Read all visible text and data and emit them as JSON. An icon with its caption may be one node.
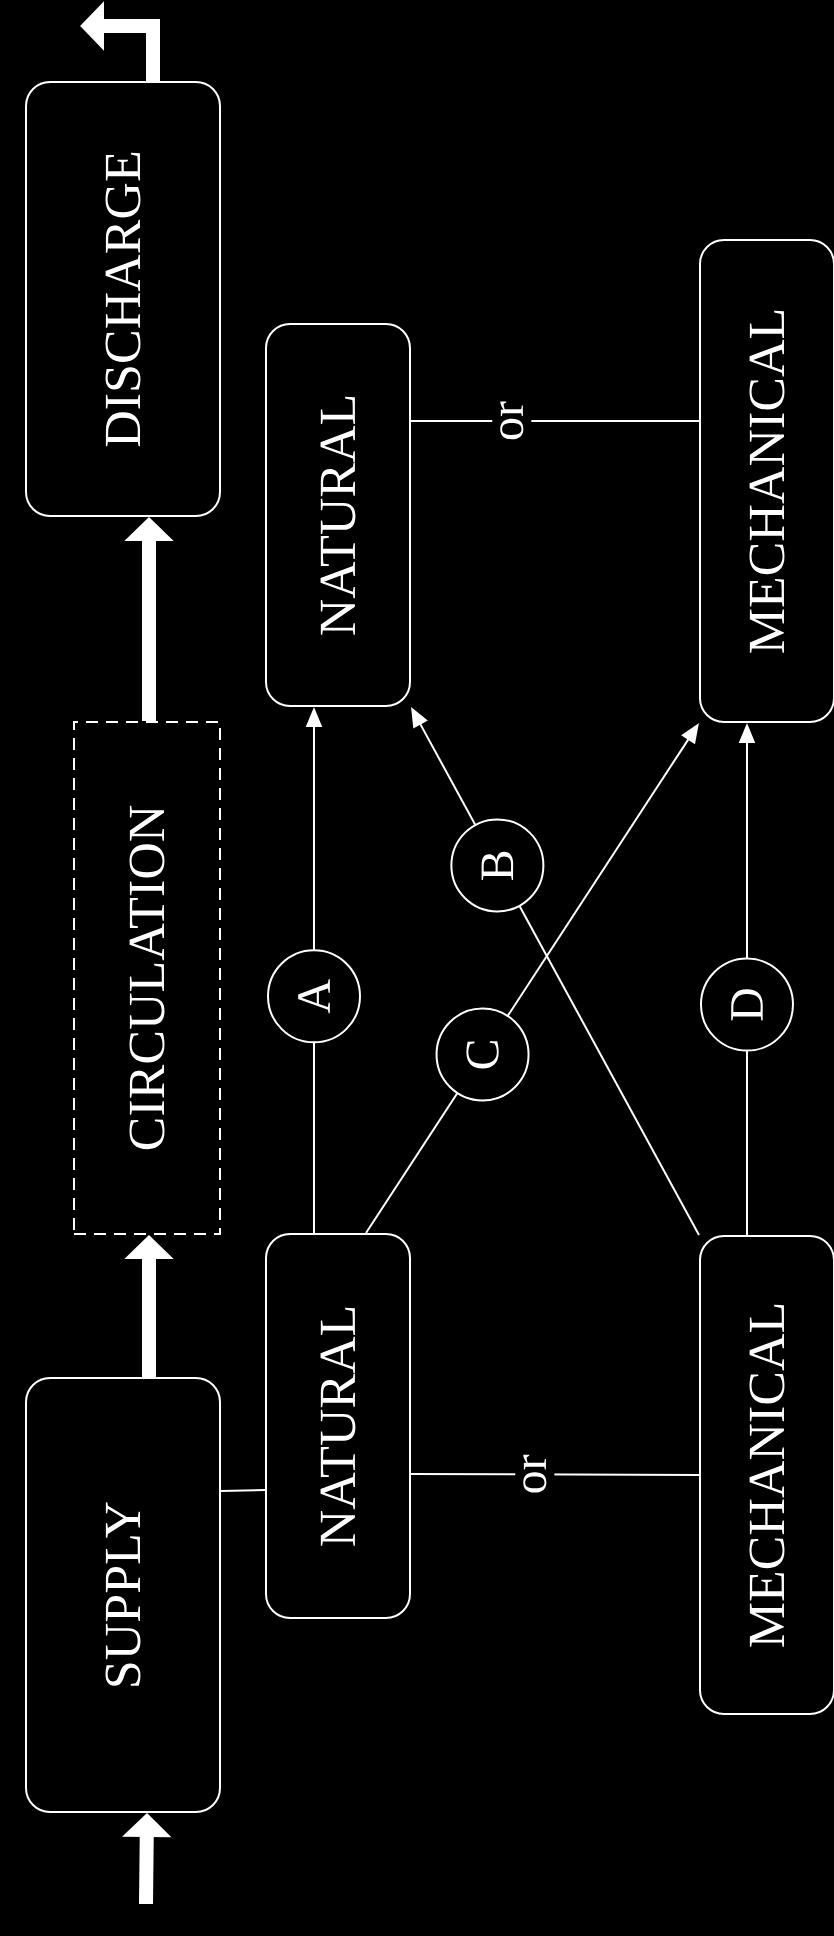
{
  "diagram": {
    "nodes": [
      {
        "text": [
          "SUPPLY"
        ]
      },
      {
        "text": [
          "CIRCULATION"
        ]
      },
      {
        "text": [
          "DISCHARGE"
        ]
      },
      {
        "text": [
          "NATURAL"
        ]
      },
      {
        "text": [
          "MECHANICAL"
        ]
      },
      {
        "text": [
          "NATURAL"
        ]
      },
      {
        "text": [
          "MECHANICAL"
        ]
      }
    ],
    "edges": [
      {
        "from": null,
        "to": 0,
        "arrow": "to",
        "style": "thick"
      },
      {
        "from": 0,
        "to": 1,
        "arrow": "to",
        "style": "thick"
      },
      {
        "from": 1,
        "to": 2,
        "arrow": "to",
        "style": "thick"
      },
      {
        "from": 2,
        "to": null,
        "arrow": "to",
        "style": "thick"
      },
      {
        "from": 0,
        "to": 3,
        "arrow": "none"
      },
      {
        "from": 3,
        "to": 4,
        "arrow": "none",
        "label": "or"
      },
      {
        "from": 5,
        "to": 6,
        "arrow": "none",
        "label": "or"
      },
      {
        "from": 3,
        "to": 5,
        "arrow": "to",
        "label": "A"
      },
      {
        "from": 4,
        "to": 5,
        "arrow": "to",
        "label": "B"
      },
      {
        "from": 3,
        "to": 6,
        "arrow": "to",
        "label": "C"
      },
      {
        "from": 4,
        "to": 6,
        "arrow": "to",
        "label": "D"
      }
    ]
  }
}
